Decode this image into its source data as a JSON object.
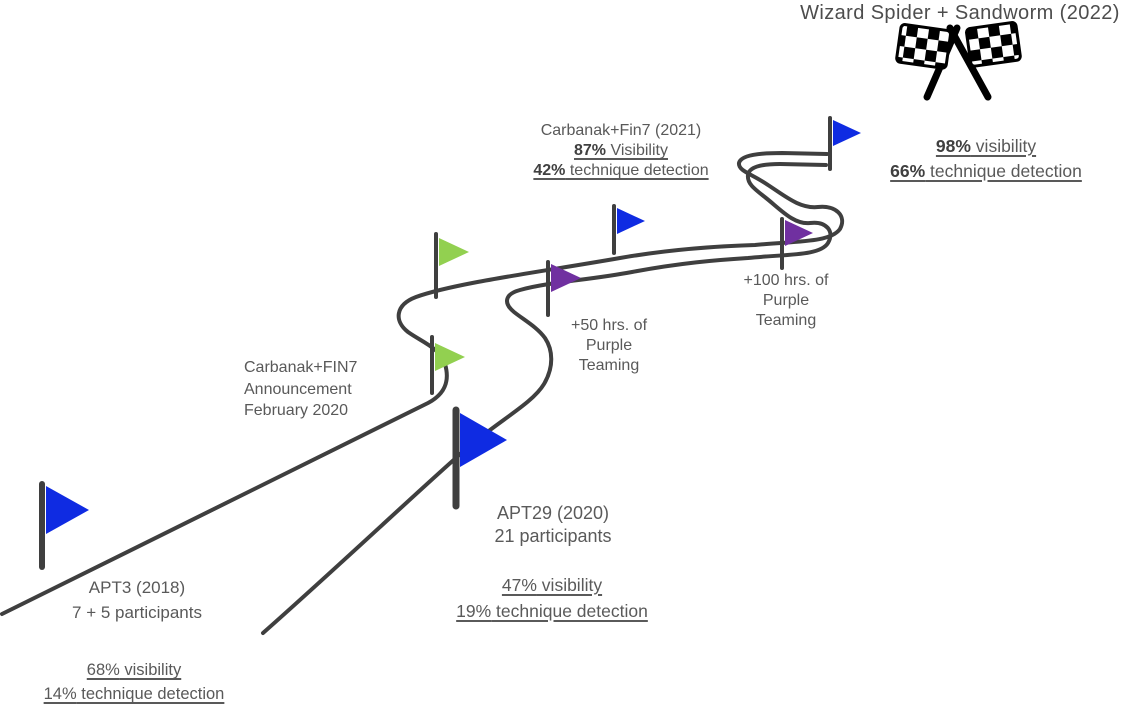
{
  "title": "Wizard Spider + Sandworm (2022)",
  "colors": {
    "road": "#3f3f3f",
    "text": "#595959",
    "text_dark": "#404040",
    "blue_flag": "#0f2be2",
    "green_flag": "#92d050",
    "purple_flag": "#7030a0"
  },
  "milestones": {
    "apt3": {
      "name": "APT3 (2018)",
      "participants": "7 + 5 participants",
      "visibility_value": "68%",
      "visibility_label": " visibility",
      "detection_value": "14%",
      "detection_label": " technique detection"
    },
    "announcement": {
      "line1": "Carbanak+FIN7",
      "line2": "Announcement",
      "line3": "February 2020"
    },
    "apt29": {
      "name": "APT29 (2020)",
      "participants": "21 participants",
      "visibility_value": "47%",
      "visibility_label": " visibility",
      "detection_value": "19%",
      "detection_label": " technique detection"
    },
    "purple50": {
      "line1": "+50 hrs. of",
      "line2": "Purple",
      "line3": "Teaming"
    },
    "carbanak2021": {
      "name": "Carbanak+Fin7 (2021)",
      "visibility_value": "87%",
      "visibility_label": " Visibility",
      "detection_value": "42%",
      "detection_label": " technique detection"
    },
    "purple100": {
      "line1": "+100 hrs. of",
      "line2": "Purple",
      "line3": "Teaming"
    },
    "wizard2022": {
      "visibility_value": "98%",
      "visibility_label": " visibility",
      "detection_value": "66%",
      "detection_label": " technique detection"
    }
  }
}
